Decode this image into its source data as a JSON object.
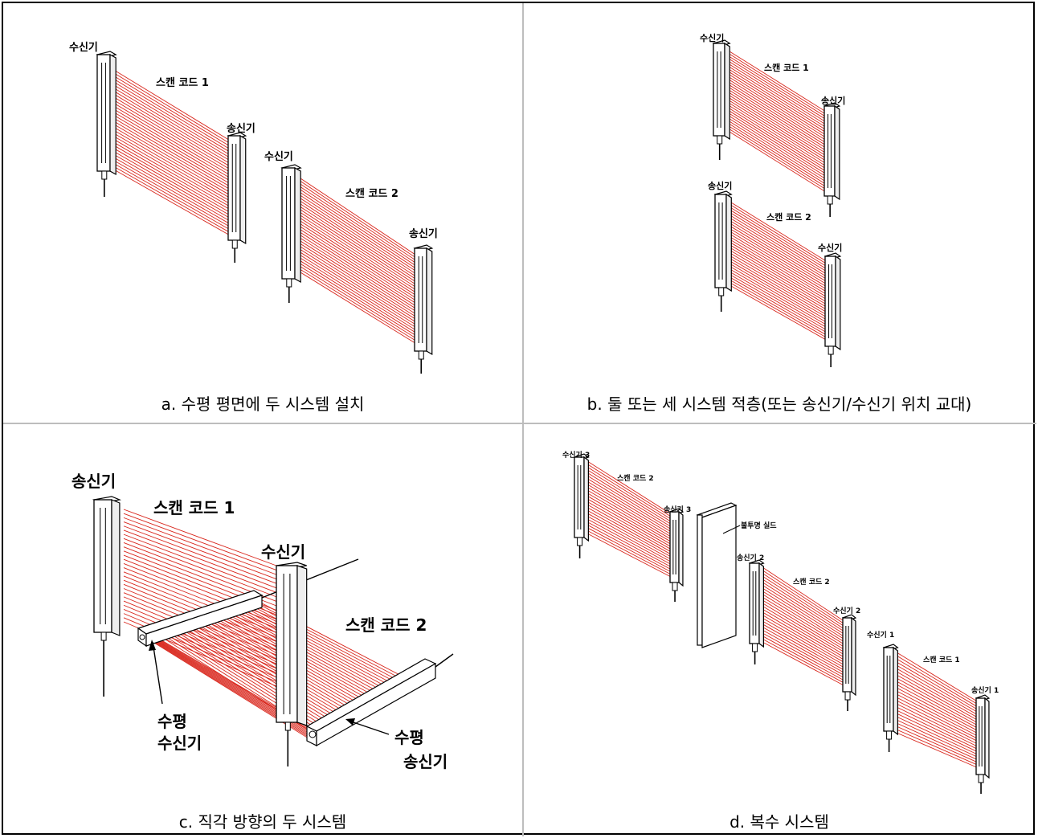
{
  "panels": {
    "a": {
      "caption": "a. 수평 평면에 두 시스템 설치",
      "labels": [
        "수신기",
        "스캔 코드 1",
        "송신기",
        "수신기",
        "스캔 코드 2",
        "송신기"
      ]
    },
    "b": {
      "caption": "b. 둘 또는 세 시스템 적층(또는 송신기/수신기 위치 교대)",
      "labels": [
        "수신기",
        "스캔 코드 1",
        "송신기",
        "송신기",
        "스캔 코드 2",
        "수신기"
      ]
    },
    "c": {
      "caption": "c. 직각 방향의 두 시스템",
      "labels": [
        "송신기",
        "스캔 코드 1",
        "수신기",
        "스캔 코드 2",
        "수평",
        "수신기",
        "수평",
        "송신기"
      ]
    },
    "d": {
      "caption": "d. 복수 시스템",
      "labels": [
        "수신기 3",
        "스캔 코드 2",
        "송신기 3",
        "불투명 실드",
        "송신기 2",
        "스캔 코드 2",
        "수신기 2",
        "수신기 1",
        "스캔 코드 1",
        "송신기 1"
      ]
    }
  },
  "colors": {
    "beam": "#d9261c",
    "frame": "#000000",
    "divider": "#bdbdbd"
  }
}
